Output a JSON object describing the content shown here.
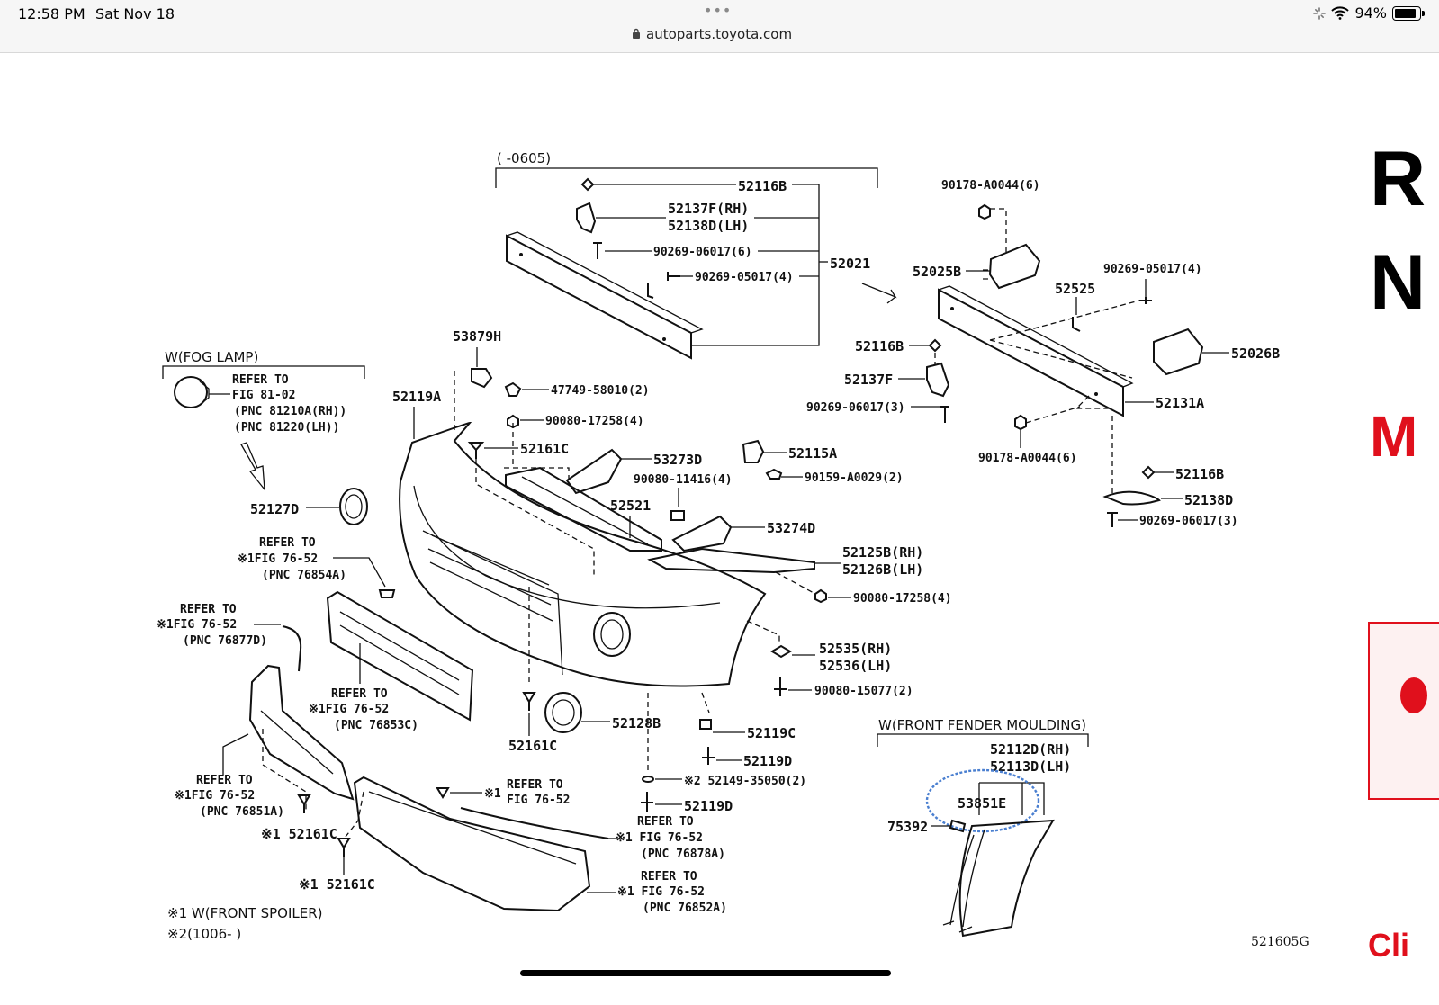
{
  "status_bar": {
    "time": "12:58 PM",
    "date": "Sat Nov 18",
    "url": "autoparts.toyota.com",
    "battery_text": "94%",
    "battery_level": 0.94
  },
  "diagram": {
    "code": "521605G",
    "group_top": "(      -0605)",
    "fog_lamp_group": "W(FOG  LAMP)",
    "fender_group": "W(FRONT FENDER MOULDING)",
    "footnote1": "※1 W(FRONT SPOILER)",
    "footnote2": "※2(1006-      )",
    "labels": {
      "p52116B_top": "52116B",
      "p52137F_rh": "52137F(RH)",
      "p52138D_lh": "52138D(LH)",
      "p90269_06017_6": "90269-06017(6)",
      "p90269_05017_4": "90269-05017(4)",
      "p52021": "52021",
      "p90178_top": "90178-A0044(6)",
      "p52025B": "52025B",
      "p90269_05017_r": "90269-05017(4)",
      "p52525": "52525",
      "p52116B_mid": "52116B",
      "p52026B": "52026B",
      "p52137F": "52137F",
      "p52131A": "52131A",
      "p90269_06017_3a": "90269-06017(3)",
      "p90178_bot": "90178-A0044(6)",
      "p52116B_low": "52116B",
      "p52138D": "52138D",
      "p90269_06017_3b": "90269-06017(3)",
      "p53879H": "53879H",
      "p47749": "47749-58010(2)",
      "p52119A": "52119A",
      "p90080_4a": "90080-17258(4)",
      "p52161C_top": "52161C",
      "p53273D": "53273D",
      "p52115A": "52115A",
      "p90159": "90159-A0029(2)",
      "p90080_11416": "90080-11416(4)",
      "p52521": "52521",
      "p53274D": "53274D",
      "p52125B": "52125B(RH)",
      "p52126B": "52126B(LH)",
      "p90080_4b": "90080-17258(4)",
      "p52127D": "52127D",
      "p52535": "52535(RH)",
      "p52536": "52536(LH)",
      "p90080_15077": "90080-15077(2)",
      "p52161C_mid": "52161C",
      "p52128B": "52128B",
      "p52119C": "52119C",
      "p52119D_a": "52119D",
      "p52149": "※2 52149-35050(2)",
      "p52119D_b": "52119D",
      "p52112D": "52112D(RH)",
      "p52113D": "52113D(LH)",
      "p53851E": "53851E",
      "p75392": "75392",
      "p52161C_l1": "※1 52161C",
      "p52161C_l2": "※1 52161C"
    },
    "refs": {
      "fog": [
        "REFER TO",
        "FIG 81-02",
        "(PNC 81210A(RH))",
        "(PNC 81220(LH))"
      ],
      "r76854": [
        "REFER TO",
        "※1FIG 76-52",
        "(PNC 76854A)"
      ],
      "r76877": [
        "REFER TO",
        "※1FIG 76-52",
        "(PNC 76877D)"
      ],
      "r76853": [
        "REFER TO",
        "※1FIG 76-52",
        "(PNC 76853C)"
      ],
      "r76851": [
        "REFER TO",
        "※1FIG 76-52",
        "(PNC 76851A)"
      ],
      "rspoiler": [
        "REFER TO",
        "FIG 76-52"
      ],
      "rspoiler_mark": "※1",
      "r76878": [
        "REFER TO",
        "※1 FIG 76-52",
        "(PNC 76878A)"
      ],
      "r76852": [
        "REFER TO",
        "※1 FIG 76-52",
        "(PNC 76852A)"
      ]
    }
  },
  "side_panel": {
    "l1": "R",
    "l2": "N",
    "l3": "M",
    "l4": "Cli",
    "accent": "#e0101c"
  }
}
